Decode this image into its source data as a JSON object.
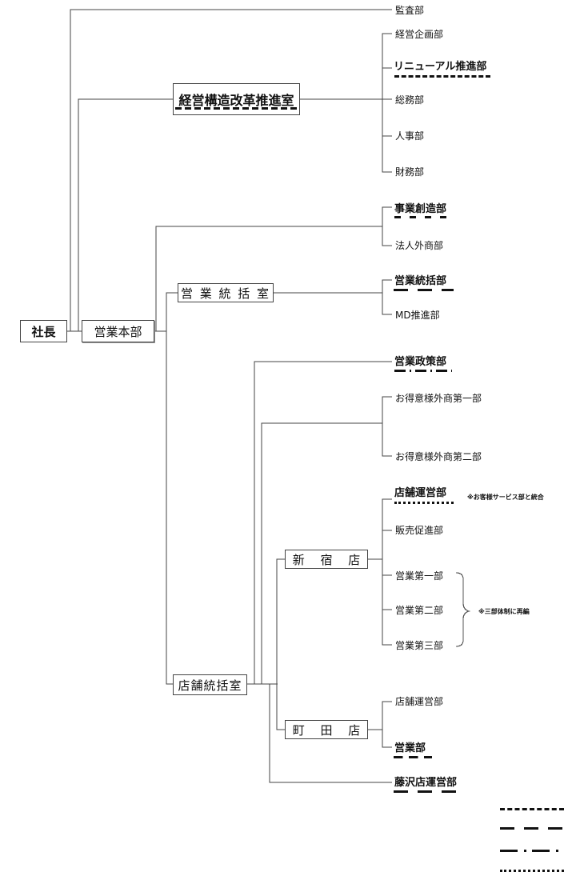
{
  "title": "組織図",
  "root": {
    "label": "社長"
  },
  "direct": {
    "audit": {
      "label": "監査部"
    },
    "reform_office": {
      "label": "経営構造改革推進室",
      "underline": "dash",
      "children": [
        {
          "label": "経営企画部",
          "bold": false
        },
        {
          "label": "リニューアル推進部",
          "bold": true,
          "underline": "dash"
        },
        {
          "label": "総務部",
          "bold": false
        },
        {
          "label": "人事部",
          "bold": false
        },
        {
          "label": "財務部",
          "bold": false
        }
      ]
    }
  },
  "sales_hq": {
    "label": "営業本部",
    "group1": [
      {
        "label": "事業創造部",
        "bold": true,
        "underline": "medium-dash"
      },
      {
        "label": "法人外商部",
        "bold": false
      }
    ],
    "sales_office": {
      "label": "営 業 統 括 室",
      "children": [
        {
          "label": "営業統括部",
          "bold": true,
          "underline": "long-dash"
        },
        {
          "label": "MD推進部",
          "bold": false
        }
      ]
    },
    "store_office": {
      "label": "店舗統括室",
      "policy": {
        "label": "営業政策部",
        "bold": true,
        "underline": "dash-dot"
      },
      "gaisho": [
        {
          "label": "お得意様外商第一部"
        },
        {
          "label": "お得意様外商第二部"
        }
      ],
      "shinjuku": {
        "label": "新　 宿　 店",
        "children": [
          {
            "label": "店舗運営部",
            "bold": true,
            "underline": "dotted"
          },
          {
            "label": "販売促進部",
            "bold": false
          },
          {
            "label": "営業第一部",
            "bold": false
          },
          {
            "label": "営業第二部",
            "bold": false
          },
          {
            "label": "営業第三部",
            "bold": false
          }
        ],
        "note_store_ops": "※お客様サービス部と統合",
        "note_sales": "※三部体制に再編"
      },
      "machida": {
        "label": "町　 田　 店",
        "children": [
          {
            "label": "店舗運営部",
            "bold": false
          },
          {
            "label": "営業部",
            "bold": true,
            "underline": "long-dash"
          }
        ]
      },
      "fujisawa": {
        "label": "藤沢店運営部",
        "bold": true,
        "underline": "long-dash"
      }
    }
  },
  "legend": [
    {
      "style": "dash"
    },
    {
      "style": "long-dash"
    },
    {
      "style": "dash-dot"
    },
    {
      "style": "dotted"
    }
  ]
}
